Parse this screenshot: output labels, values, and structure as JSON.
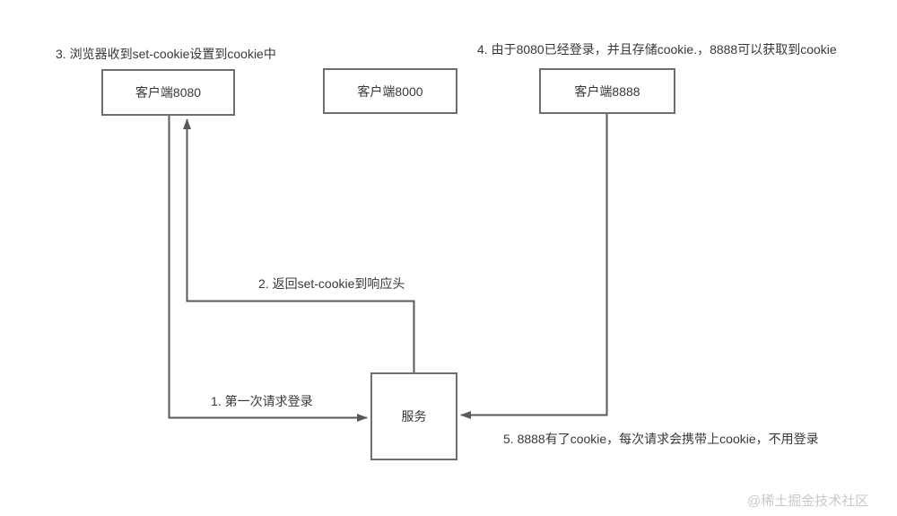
{
  "diagram": {
    "nodes": {
      "client8080": {
        "label": "客户端8080"
      },
      "client8000": {
        "label": "客户端8000"
      },
      "client8888": {
        "label": "客户端8888"
      },
      "server": {
        "label": "服务"
      }
    },
    "annotations": {
      "step1": "1. 第一次请求登录",
      "step2": "2. 返回set-cookie到响应头",
      "step3": "3. 浏览器收到set-cookie设置到cookie中",
      "step4": "4. 由于8080已经登录，并且存储cookie.，8888可以获取到cookie",
      "step5": "5. 8888有了cookie，每次请求会携带上cookie，不用登录"
    },
    "watermark": "@稀土掘金技术社区",
    "colors": {
      "background": "#ffffff",
      "line": "#595959",
      "box_border": "#6e6e6e",
      "text": "#383838",
      "watermark": "#c9c9c9"
    }
  }
}
